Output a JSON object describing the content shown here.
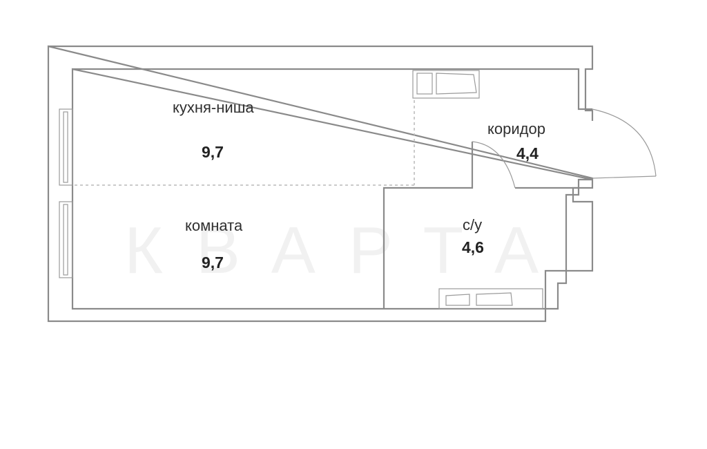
{
  "watermark": "КВАРТА",
  "rooms": {
    "kitchen": {
      "label": "кухня-ниша",
      "area": "9,7"
    },
    "room": {
      "label": "комната",
      "area": "9,7"
    },
    "corridor": {
      "label": "коридор",
      "area": "4,4"
    },
    "bathroom": {
      "label": "с/у",
      "area": "4,6"
    }
  }
}
